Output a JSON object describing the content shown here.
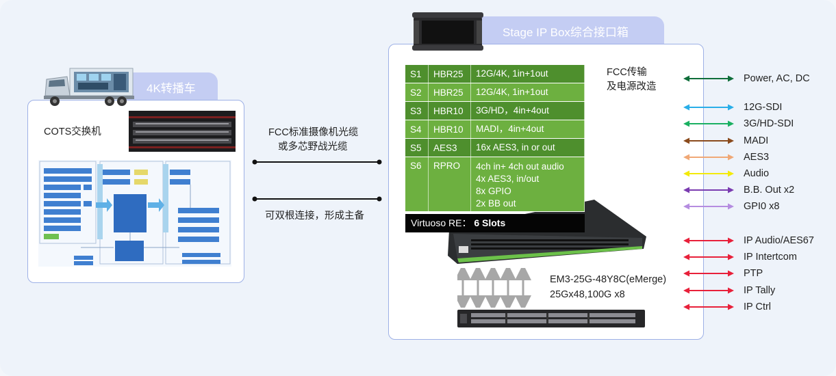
{
  "left_box": {
    "title": "4K转播车",
    "switch_label": "COTS交换机"
  },
  "links": {
    "fiber_line1": "FCC标准摄像机光缆",
    "fiber_line2": "或多芯野战光缆",
    "dual_label": "可双根连接，形成主备"
  },
  "right_box": {
    "title": "Stage IP Box综合接口箱",
    "fcc_line1": "FCC传输",
    "fcc_line2": "及电源改造",
    "switch_line1": "EM3-25G-48Y8C(eMerge)",
    "switch_line2": "25Gx48,100G x8"
  },
  "slots": [
    {
      "slot": "S1",
      "card": "HBR25",
      "desc": [
        "12G/4K, 1in+1out"
      ]
    },
    {
      "slot": "S2",
      "card": "HBR25",
      "desc": [
        "12G/4K, 1in+1out"
      ]
    },
    {
      "slot": "S3",
      "card": "HBR10",
      "desc": [
        "3G/HD，4in+4out"
      ]
    },
    {
      "slot": "S4",
      "card": "HBR10",
      "desc": [
        "MADI，4in+4out"
      ]
    },
    {
      "slot": "S5",
      "card": "AES3",
      "desc": [
        "16x AES3, in or out"
      ]
    },
    {
      "slot": "S6",
      "card": "RPRO",
      "desc": [
        "4ch in+ 4ch out audio",
        "4x AES3, in/out",
        "8x GPIO",
        "2x BB out"
      ]
    }
  ],
  "virtuoso": {
    "label": "Virtuoso RE：",
    "slots": "6 Slots"
  },
  "signals": [
    {
      "label": "Power, AC, DC",
      "color": "#0f6e3a"
    },
    {
      "label": "12G-SDI",
      "color": "#29aee8"
    },
    {
      "label": "3G/HD-SDI",
      "color": "#1ab061"
    },
    {
      "label": "MADI",
      "color": "#8a4a1c"
    },
    {
      "label": "AES3",
      "color": "#f0a876"
    },
    {
      "label": "Audio",
      "color": "#f3ea0a"
    },
    {
      "label": "B.B. Out x2",
      "color": "#7a3bb0"
    },
    {
      "label": "GPI0 x8",
      "color": "#b58ce0"
    },
    {
      "label": "IP Audio/AES67",
      "color": "#e8203a"
    },
    {
      "label": "IP Intertcom",
      "color": "#e8203a"
    },
    {
      "label": "PTP",
      "color": "#e8203a"
    },
    {
      "label": "IP Tally",
      "color": "#e8203a"
    },
    {
      "label": "IP Ctrl",
      "color": "#e8203a"
    }
  ]
}
